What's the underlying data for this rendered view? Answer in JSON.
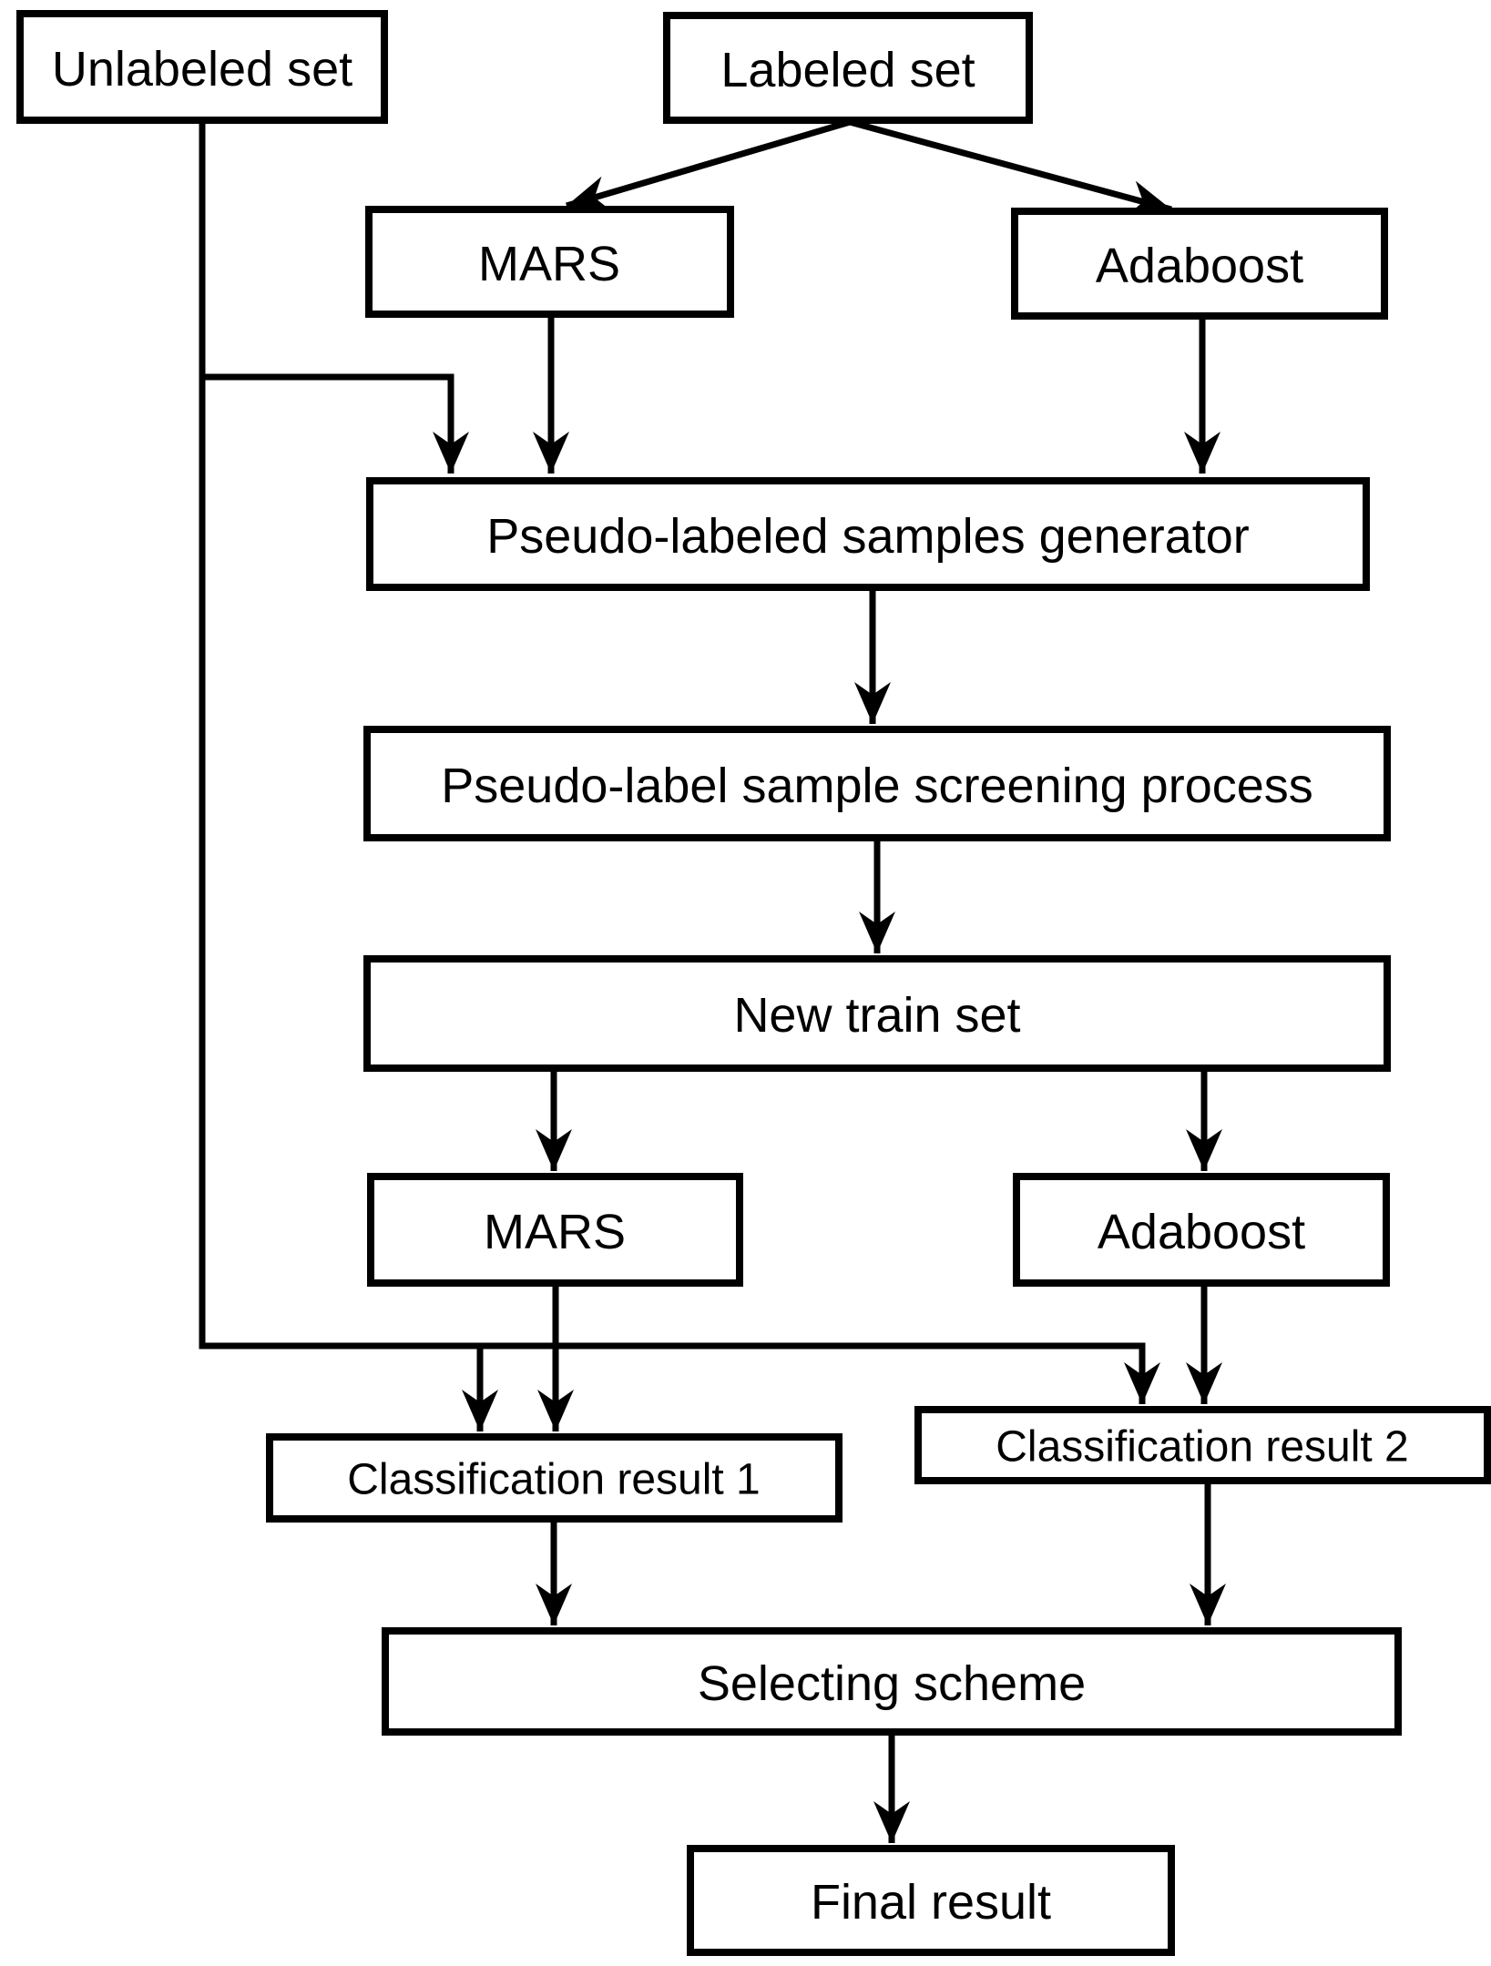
{
  "diagram": {
    "type": "flowchart",
    "background_color": "#ffffff",
    "box_fill_color": "#ffffff",
    "box_border_color": "#000000",
    "text_color": "#000000",
    "edge_color": "#000000",
    "nodes": {
      "unlabeled_set": {
        "label": "Unlabeled set"
      },
      "labeled_set": {
        "label": "Labeled set"
      },
      "mars_1": {
        "label": "MARS"
      },
      "adaboost_1": {
        "label": "Adaboost"
      },
      "pseudo_generator": {
        "label": "Pseudo-labeled samples generator"
      },
      "screening_process": {
        "label": "Pseudo-label sample screening process"
      },
      "new_train_set": {
        "label": "New train set"
      },
      "mars_2": {
        "label": "MARS"
      },
      "adaboost_2": {
        "label": "Adaboost"
      },
      "classification_result_1": {
        "label": "Classification result 1"
      },
      "classification_result_2": {
        "label": "Classification result 2"
      },
      "selecting_scheme": {
        "label": "Selecting scheme"
      },
      "final_result": {
        "label": "Final result"
      }
    },
    "edges": [
      {
        "from": "labeled_set",
        "to": "mars_1"
      },
      {
        "from": "labeled_set",
        "to": "adaboost_1"
      },
      {
        "from": "unlabeled_set",
        "to": "pseudo_generator"
      },
      {
        "from": "mars_1",
        "to": "pseudo_generator"
      },
      {
        "from": "adaboost_1",
        "to": "pseudo_generator"
      },
      {
        "from": "pseudo_generator",
        "to": "screening_process"
      },
      {
        "from": "screening_process",
        "to": "new_train_set"
      },
      {
        "from": "new_train_set",
        "to": "mars_2"
      },
      {
        "from": "new_train_set",
        "to": "adaboost_2"
      },
      {
        "from": "mars_2",
        "to": "classification_result_1"
      },
      {
        "from": "unlabeled_set",
        "to": "classification_result_1"
      },
      {
        "from": "unlabeled_set",
        "to": "classification_result_2"
      },
      {
        "from": "adaboost_2",
        "to": "classification_result_2"
      },
      {
        "from": "classification_result_1",
        "to": "selecting_scheme"
      },
      {
        "from": "classification_result_2",
        "to": "selecting_scheme"
      },
      {
        "from": "selecting_scheme",
        "to": "final_result"
      }
    ]
  }
}
